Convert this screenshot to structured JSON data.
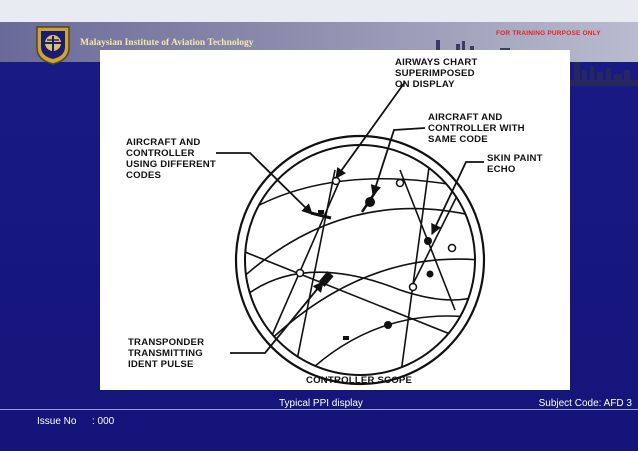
{
  "header": {
    "institution": "Malaysian Institute of Aviation Technology",
    "training_notice": "FOR TRAINING PURPOSE ONLY"
  },
  "figure": {
    "labels": {
      "airways_chart": [
        "AIRWAYS CHART",
        "SUPERIMPOSED",
        "ON DISPLAY"
      ],
      "same_code": [
        "AIRCRAFT AND",
        "CONTROLLER WITH",
        "SAME CODE"
      ],
      "different_codes": [
        "AIRCRAFT AND",
        "CONTROLLER",
        "USING DIFFERENT",
        "CODES"
      ],
      "skin_paint": [
        "SKIN PAINT",
        "ECHO"
      ],
      "transponder": [
        "TRANSPONDER",
        "TRANSMITTING",
        "IDENT PULSE"
      ],
      "scope": "CONTROLLER SCOPE"
    }
  },
  "footer": {
    "caption": "Typical PPI display",
    "subject": "Subject Code: AFD 3",
    "issue_label": "Issue No",
    "issue_value": ": 000"
  },
  "colors": {
    "background": "#14147a",
    "header_band": "#8c8cad",
    "institution_text": "#f5e9a8",
    "training_text": "#ef1e1e"
  },
  "icons": {
    "logo": "institute-crest-logo",
    "skyline": "airport-skyline-silhouette"
  }
}
